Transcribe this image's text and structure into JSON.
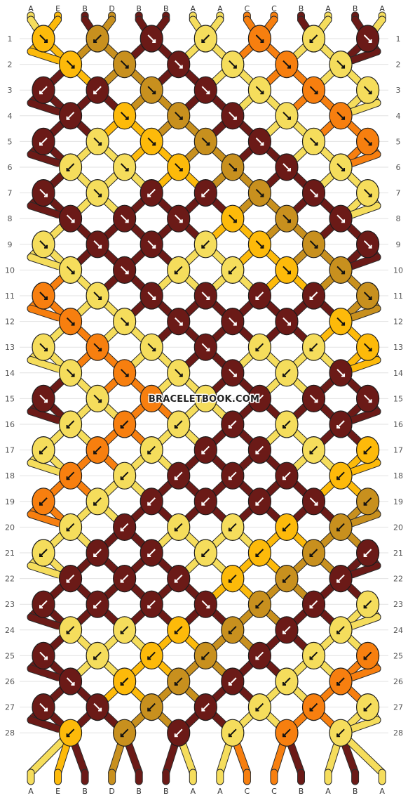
{
  "watermark": "BRACELETBOOK.COM",
  "colors": {
    "A": "#F5DD5C",
    "B": "#6B1A17",
    "C": "#F77F0F",
    "D": "#C8901E",
    "E": "#FDBA0A"
  },
  "thread_labels_top": [
    "A",
    "E",
    "B",
    "D",
    "B",
    "B",
    "A",
    "A",
    "C",
    "C",
    "B",
    "A",
    "B",
    "A"
  ],
  "thread_labels_bottom": [
    "A",
    "E",
    "B",
    "D",
    "B",
    "B",
    "A",
    "A",
    "C",
    "C",
    "B",
    "A",
    "B",
    "A"
  ],
  "row_numbers": [
    1,
    2,
    3,
    4,
    5,
    6,
    7,
    8,
    9,
    10,
    11,
    12,
    13,
    14,
    15,
    16,
    17,
    18,
    19,
    20,
    21,
    22,
    23,
    24,
    25,
    26,
    27,
    28
  ],
  "knots": [
    [
      "E↘",
      "D↙",
      "B↘",
      "A↙",
      "C↘",
      "A↙",
      "B↘"
    ],
    [
      "E↘",
      "D↘",
      "B↘",
      "A↘",
      "C↘",
      "A↘"
    ],
    [
      "B↙",
      "B↙",
      "D↘",
      "B↘",
      "A↘",
      "C↘",
      "A↘"
    ],
    [
      "B↙",
      "E↘",
      "D↘",
      "B↘",
      "A↘",
      "C↘"
    ],
    [
      "B↙",
      "A↘",
      "E↘",
      "D↘",
      "B↘",
      "A↘",
      "C↘"
    ],
    [
      "A↙",
      "A↘",
      "E↘",
      "D↘",
      "B↘",
      "A↘"
    ],
    [
      "B↘",
      "A↘",
      "B↙",
      "B↙",
      "D↘",
      "B↘",
      "A↘"
    ],
    [
      "B↘",
      "B↘",
      "B↘",
      "E↘",
      "D↘",
      "B↘"
    ],
    [
      "A↘",
      "B↘",
      "B↘",
      "A↙",
      "E↘",
      "D↘",
      "B↘"
    ],
    [
      "A↘",
      "B↘",
      "A↙",
      "A↙",
      "E↘",
      "D↘"
    ],
    [
      "C↘",
      "A↘",
      "B↘",
      "B↘",
      "B↙",
      "B↙",
      "D↘"
    ],
    [
      "C↘",
      "A↘",
      "B↘",
      "B↘",
      "B↘",
      "E↘"
    ],
    [
      "A↘",
      "C↘",
      "A↘",
      "B↘",
      "A↙",
      "A↙",
      "E↘"
    ],
    [
      "A↘",
      "C↘",
      "A↘",
      "B↘",
      "A↙",
      "B↘"
    ],
    [
      "B↘",
      "A↘",
      "C↘",
      "A↙",
      "B↙",
      "B↘",
      "B↘"
    ],
    [
      "A↙",
      "C↙",
      "A↙",
      "B↙",
      "A↙",
      "B↙"
    ],
    [
      "A↙",
      "C↙",
      "A↙",
      "B↙",
      "B↙",
      "A↙",
      "E↙"
    ],
    [
      "C↙",
      "A↙",
      "B↙",
      "B↙",
      "B↙",
      "E↙"
    ],
    [
      "C↙",
      "A↙",
      "B↙",
      "B↙",
      "B↙",
      "B↘",
      "D↙"
    ],
    [
      "A↙",
      "B↙",
      "A↙",
      "A↙",
      "E↙",
      "D↙"
    ],
    [
      "A↙",
      "B↙",
      "B↙",
      "A↙",
      "E↙",
      "D↙",
      "B↙"
    ],
    [
      "B↙",
      "B↙",
      "B↙",
      "E↙",
      "D↙",
      "B↙"
    ],
    [
      "B↙",
      "B↙",
      "B↙",
      "B↘",
      "D↙",
      "B↙",
      "A↙"
    ],
    [
      "A↙",
      "A↙",
      "E↙",
      "D↙",
      "B↙",
      "A↙"
    ],
    [
      "B↘",
      "A↙",
      "E↙",
      "D↙",
      "B↙",
      "A↙",
      "C↙"
    ],
    [
      "B↘",
      "E↙",
      "D↙",
      "B↙",
      "A↙",
      "C↙"
    ],
    [
      "B↘",
      "B↘",
      "D↙",
      "B↙",
      "A↙",
      "C↙",
      "A↙"
    ],
    [
      "E↙",
      "D↙",
      "B↙",
      "A↙",
      "C↙",
      "A↙"
    ]
  ]
}
